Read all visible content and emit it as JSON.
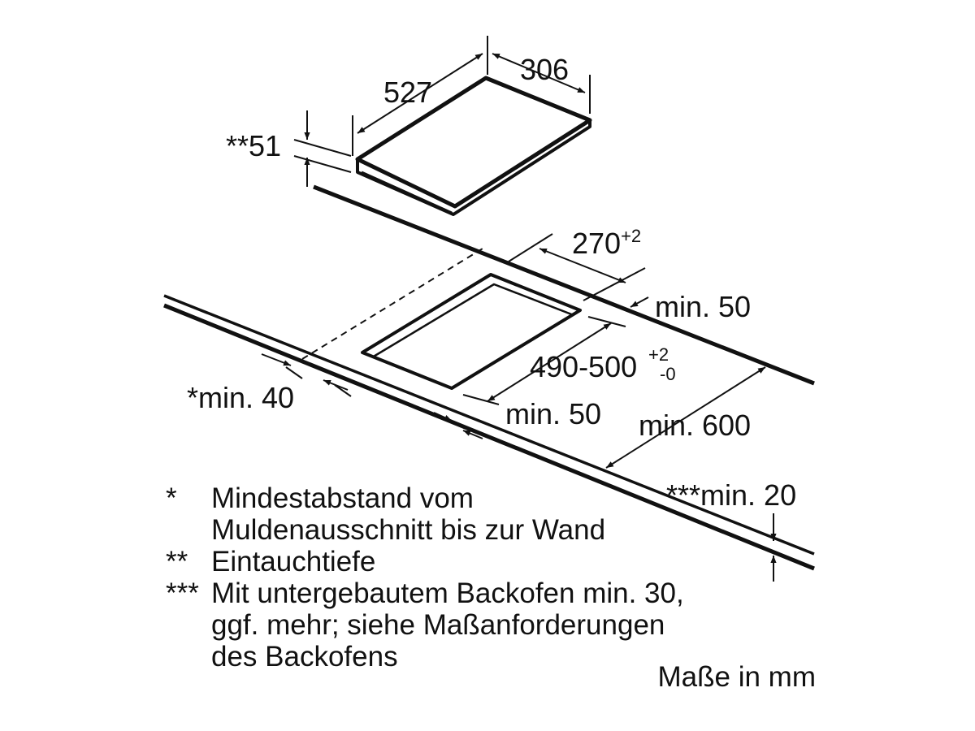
{
  "dimensions": {
    "hob_depth": "527",
    "hob_width": "306",
    "immersion_depth": "**51",
    "cutout_width": "270",
    "cutout_width_tolerance": "+2",
    "cutout_depth": "490-500",
    "cutout_depth_tol_upper": "+2",
    "cutout_depth_tol_lower": "-0",
    "rear_clearance": "min. 50",
    "front_clearance": "min. 50",
    "wall_clearance": "*min. 40",
    "worktop_depth": "min. 600",
    "worktop_thickness": "***min. 20"
  },
  "notes": [
    {
      "mark": "*",
      "lines": [
        "Mindestabstand vom",
        "Muldenausschnitt bis zur Wand"
      ]
    },
    {
      "mark": "**",
      "lines": [
        "Eintauchtiefe"
      ]
    },
    {
      "mark": "***",
      "lines": [
        "Mit untergebautem Backofen min. 30,",
        "ggf. mehr; siehe Maßanforderungen",
        "des Backofens"
      ]
    }
  ],
  "units_note": "Maße in mm",
  "colors": {
    "ink": "#111111",
    "background": "#ffffff"
  }
}
